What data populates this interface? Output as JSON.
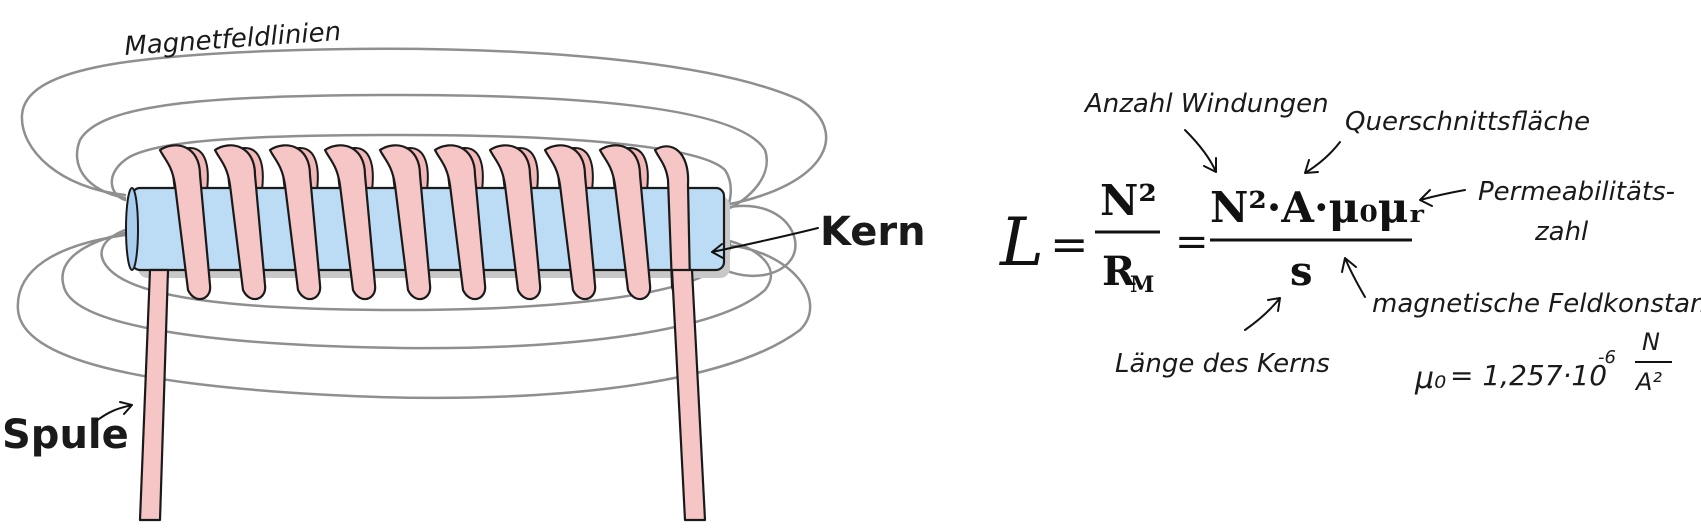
{
  "labels": {
    "field_lines": "Magnetfeldlinien",
    "core": "Kern",
    "coil": "Spule",
    "turns": "Anzahl Windungen",
    "cross_section": "Querschnittsfläche",
    "permeability_line1": "Permeabilitäts-",
    "permeability_line2": "zahl",
    "field_constant": "magnetische Feldkonstante",
    "core_length": "Länge des Kerns"
  },
  "formula": {
    "lhs": "L",
    "eq1": "=",
    "frac1_num": "N²",
    "frac1_den_main": "R",
    "frac1_den_sub": "M",
    "eq2": "=",
    "frac2_num": "N²·A·μ₀μᵣ",
    "frac2_den": "s"
  },
  "constant": {
    "symbol": "μ₀",
    "value": "= 1,257·10",
    "exponent": "-6",
    "unit_num": "N",
    "unit_den": "A²"
  },
  "colors": {
    "core_fill": "#bcdcf5",
    "core_shadow": "#c8c8c8",
    "coil_fill": "#f6c6c6",
    "field_line": "#8f8f8f",
    "ink": "#111111"
  }
}
